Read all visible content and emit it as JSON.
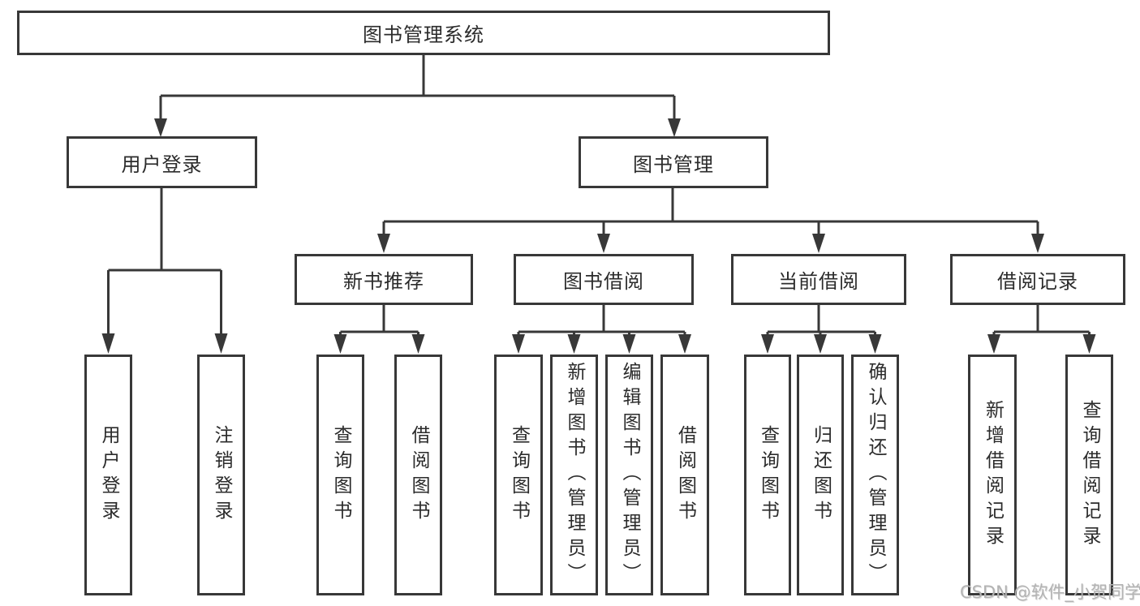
{
  "diagram": {
    "root": {
      "label": "图书管理系统"
    },
    "level2": [
      {
        "label": "用户登录"
      },
      {
        "label": "图书管理"
      }
    ],
    "level3": [
      {
        "label": "新书推荐"
      },
      {
        "label": "图书借阅"
      },
      {
        "label": "当前借阅"
      },
      {
        "label": "借阅记录"
      }
    ],
    "leaves": {
      "user_login": [
        "用户登录",
        "注销登录"
      ],
      "new_book_recommend": [
        "查询图书",
        "借阅图书"
      ],
      "book_borrow": [
        "查询图书",
        "新增图书（管理员）",
        "编辑图书（管理员）",
        "借阅图书"
      ],
      "current_borrow": [
        "查询图书",
        "归还图书",
        "确认归还（管理员）"
      ],
      "borrow_records": [
        "新增借阅记录",
        "查询借阅记录"
      ]
    }
  },
  "watermark": {
    "text": "CSDN @软件_小贺同学"
  },
  "colors": {
    "line": "#383838",
    "box_border": "#383838",
    "text": "#2b2b2b",
    "watermark": "#b3b3b3",
    "background": "#ffffff"
  }
}
